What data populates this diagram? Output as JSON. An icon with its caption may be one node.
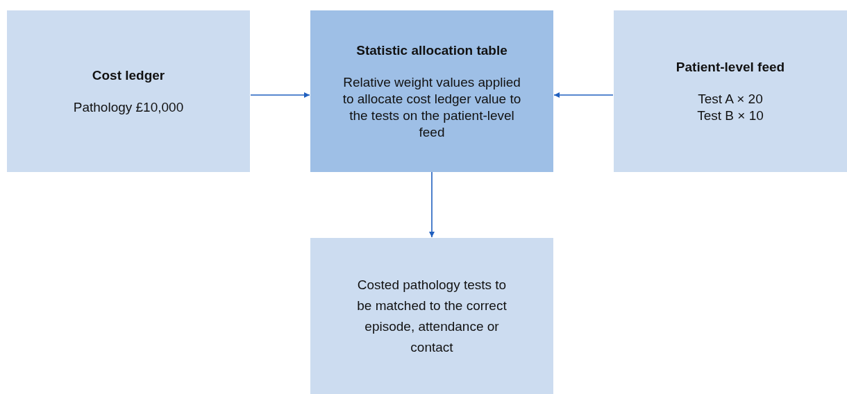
{
  "diagram": {
    "nodes": [
      {
        "text": [
          "Cost ledger",
          "Pathology £10,000"
        ]
      },
      {
        "text": [
          "Statistic allocation table",
          "Relative weight values applied to allocate cost ledger value to the tests on the patient-level feed"
        ]
      },
      {
        "text": [
          "Patient-level feed",
          "Test A × 20 Test B × 10"
        ]
      },
      {
        "text": [
          "Costed pathology tests to be matched to the correct episode, attendance or contact"
        ]
      }
    ],
    "edges": [
      {
        "from": 0,
        "to": 1,
        "arrow": "to"
      },
      {
        "from": 2,
        "to": 1,
        "arrow": "to"
      },
      {
        "from": 1,
        "to": 3,
        "arrow": "to"
      }
    ]
  }
}
